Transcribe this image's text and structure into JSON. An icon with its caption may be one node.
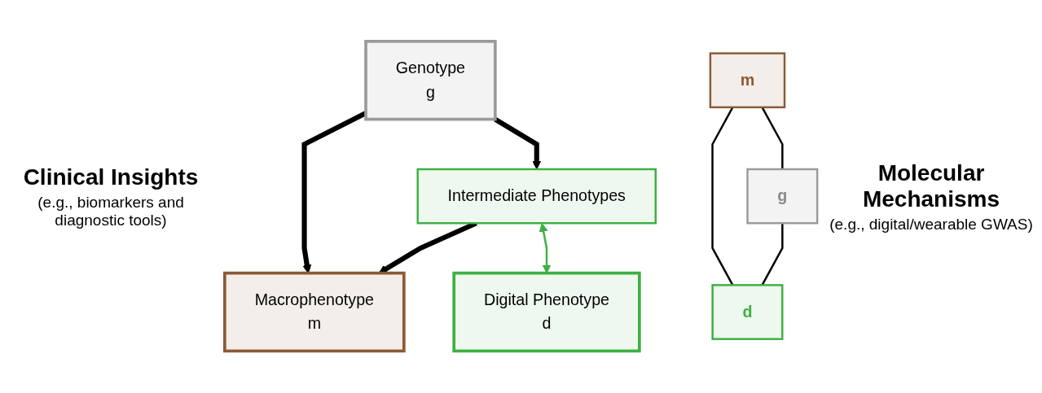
{
  "diagram": {
    "nodes": [
      {
        "text": [
          "Macrophenotype",
          "m"
        ]
      },
      {
        "text": [
          "Genotype",
          "g"
        ]
      },
      {
        "text": [
          "m"
        ]
      },
      {
        "text": [
          "g"
        ]
      },
      {
        "text": [
          "d"
        ]
      },
      {
        "text": [
          "Intermediate Phenotypes"
        ]
      },
      {
        "text": [
          "Digital Phenotype",
          "d"
        ]
      }
    ],
    "edges": [
      {
        "from": 1,
        "to": 0,
        "arrow": "to",
        "style": "thick"
      },
      {
        "from": 5,
        "to": 0,
        "arrow": "to",
        "style": "thick"
      },
      {
        "from": 1,
        "to": 5,
        "arrow": "to",
        "style": "thick"
      },
      {
        "from": 5,
        "to": 6,
        "arrow": "both",
        "color": "#3cb043"
      },
      {
        "from": 2,
        "to": 3,
        "arrow": "none"
      },
      {
        "from": 2,
        "to": 4,
        "arrow": "none"
      },
      {
        "from": 3,
        "to": 4,
        "arrow": "none"
      }
    ],
    "labels": [
      "Clinical Insights",
      "(e.g., biomarkers and diagnostic tools)",
      "Molecular Mechanisms",
      "(e.g., digital/wearable GWAS)"
    ]
  }
}
